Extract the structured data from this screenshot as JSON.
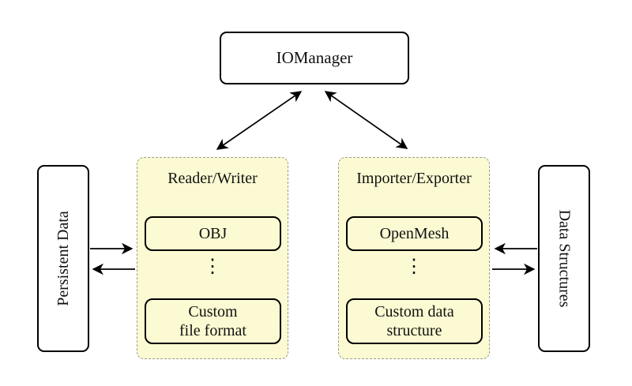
{
  "diagram": {
    "iomanager_label": "IOManager",
    "persistent_data_label": "Persistent Data",
    "data_structures_label": "Data Structures",
    "panels": [
      {
        "title": "Reader/Writer",
        "item_top": "OBJ",
        "dots": "⋮",
        "item_bottom_line1": "Custom",
        "item_bottom_line2": "file format"
      },
      {
        "title": "Importer/Exporter",
        "item_top": "OpenMesh",
        "dots": "⋮",
        "item_bottom_line1": "Custom data",
        "item_bottom_line2": "structure"
      }
    ],
    "colors": {
      "panel_fill": "#FCFAD2",
      "panel_border": "#9A9A8E",
      "box_border": "#000000",
      "arrow": "#000000",
      "background": "#FFFFFF"
    }
  }
}
